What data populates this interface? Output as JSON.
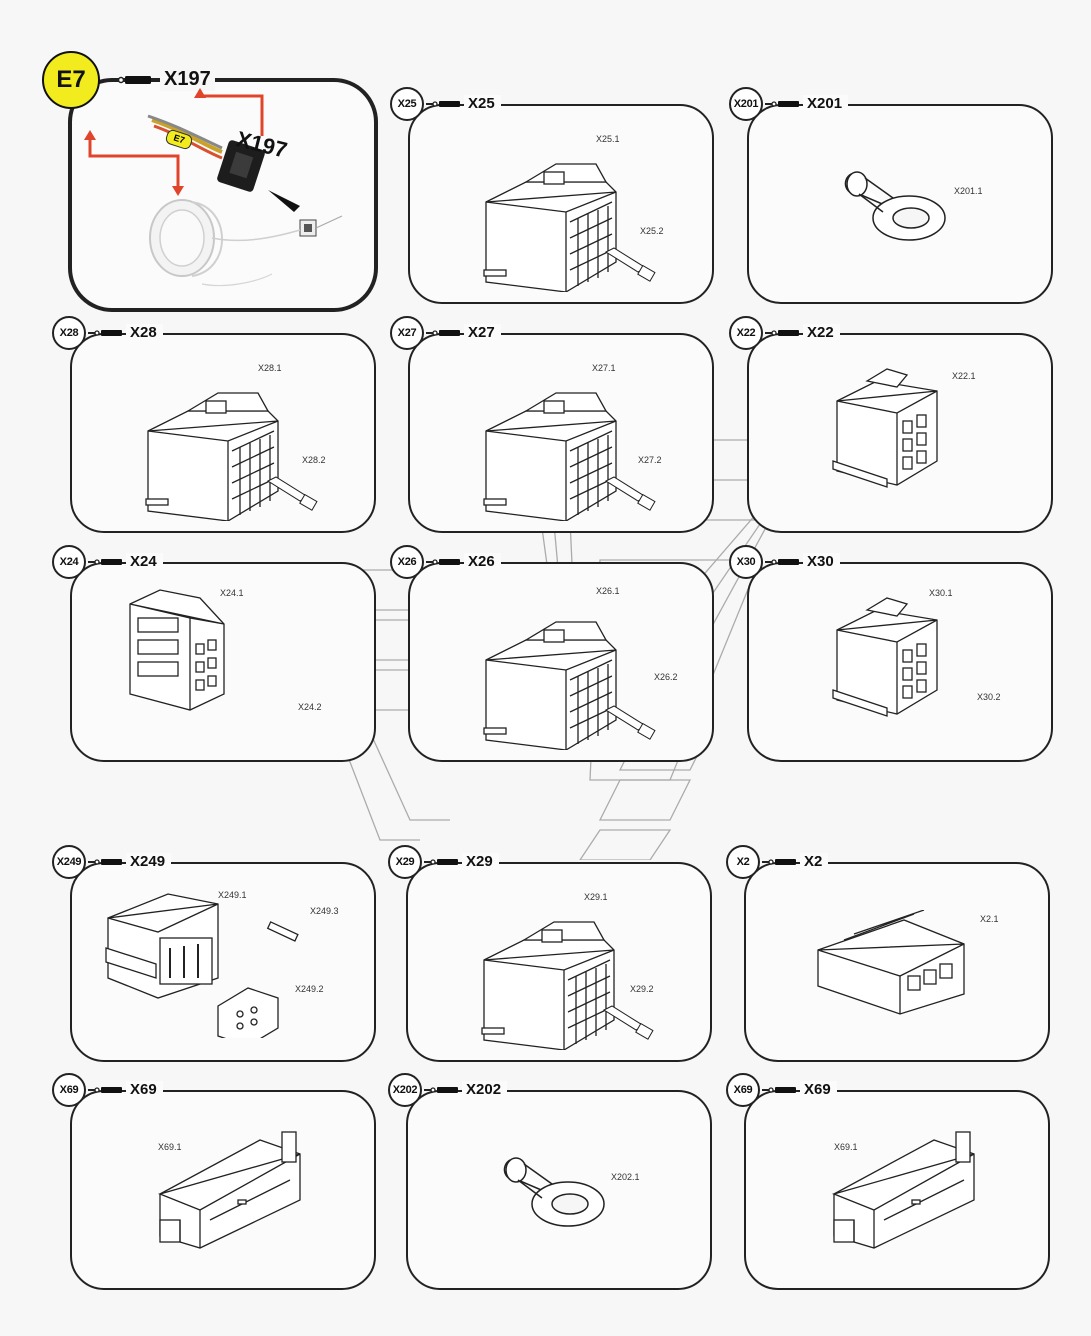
{
  "main": {
    "badge": "E7",
    "connector": "X197",
    "callout_label": "X197",
    "wire_tag": "E7"
  },
  "panels": [
    {
      "id": "x25",
      "badge": "X25",
      "title": "X25",
      "parts": [
        "X25.1",
        "X25.2"
      ],
      "type": "housing"
    },
    {
      "id": "x201",
      "badge": "X201",
      "title": "X201",
      "parts": [
        "X201.1"
      ],
      "type": "ring"
    },
    {
      "id": "x28",
      "badge": "X28",
      "title": "X28",
      "parts": [
        "X28.1",
        "X28.2"
      ],
      "type": "housing"
    },
    {
      "id": "x27",
      "badge": "X27",
      "title": "X27",
      "parts": [
        "X27.1",
        "X27.2"
      ],
      "type": "housing"
    },
    {
      "id": "x22",
      "badge": "X22",
      "title": "X22",
      "parts": [
        "X22.1"
      ],
      "type": "grid"
    },
    {
      "id": "x24",
      "badge": "X24",
      "title": "X24",
      "parts": [
        "X24.1",
        "X24.2"
      ],
      "type": "tall"
    },
    {
      "id": "x26",
      "badge": "X26",
      "title": "X26",
      "parts": [
        "X26.1",
        "X26.2"
      ],
      "type": "housing"
    },
    {
      "id": "x30",
      "badge": "X30",
      "title": "X30",
      "parts": [
        "X30.1",
        "X30.2"
      ],
      "type": "grid"
    },
    {
      "id": "x249",
      "badge": "X249",
      "title": "X249",
      "parts": [
        "X249.1",
        "X249.3",
        "X249.2"
      ],
      "type": "deutsch"
    },
    {
      "id": "x29",
      "badge": "X29",
      "title": "X29",
      "parts": [
        "X29.1",
        "X29.2"
      ],
      "type": "housing"
    },
    {
      "id": "x2",
      "badge": "X2",
      "title": "X2",
      "parts": [
        "X2.1"
      ],
      "type": "flat"
    },
    {
      "id": "x69a",
      "badge": "X69",
      "title": "X69",
      "parts": [
        "X69.1"
      ],
      "type": "wedge"
    },
    {
      "id": "x202",
      "badge": "X202",
      "title": "X202",
      "parts": [
        "X202.1"
      ],
      "type": "ring"
    },
    {
      "id": "x69b",
      "badge": "X69",
      "title": "X69",
      "parts": [
        "X69.1"
      ],
      "type": "wedge"
    }
  ],
  "colors": {
    "highlight": "#f2ec1f",
    "arrow": "#e0442a",
    "line": "#222222"
  }
}
